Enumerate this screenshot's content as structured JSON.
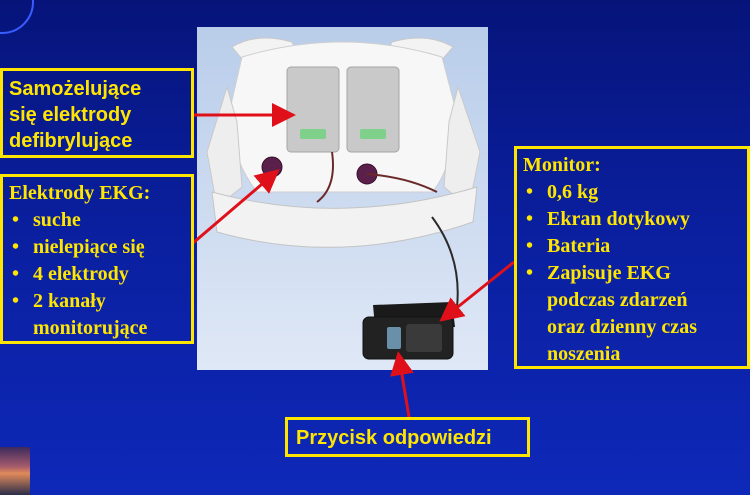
{
  "electrodes_label": [
    "Samożelujące",
    "się elektrody",
    "defibrylujące"
  ],
  "ekg": {
    "title": "Elektrody EKG:",
    "items": [
      "suche",
      "nielepiące się",
      "4 elektrody"
    ],
    "item4": [
      "2 kanały",
      "monitorujące"
    ]
  },
  "monitor": {
    "title": "Monitor:",
    "items": [
      "0,6 kg",
      "Ekran dotykowy",
      "Bateria"
    ],
    "item4": [
      "Zapisuje EKG",
      "podczas zdarzeń",
      "oraz dzienny czas",
      "noszenia"
    ]
  },
  "response_button_label": "Przycisk odpowiedzi",
  "colors": {
    "accent": "#ffe600",
    "arrow": "#e0101a",
    "background": "#0a1f9e"
  }
}
